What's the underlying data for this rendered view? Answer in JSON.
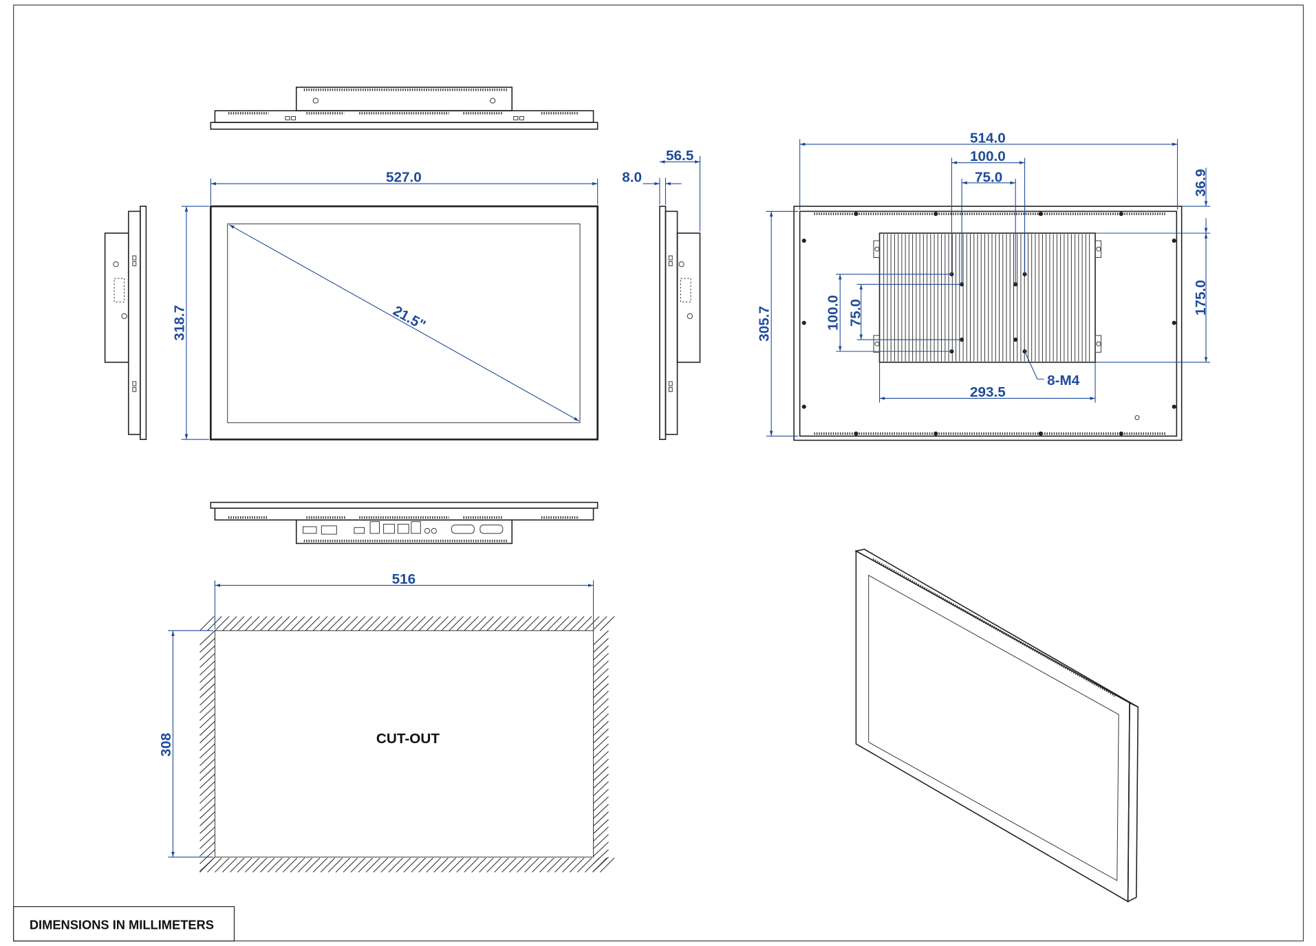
{
  "title_block": {
    "label": "DIMENSIONS IN MILLIMETERS"
  },
  "front_view": {
    "width": "527.0",
    "height": "318.7",
    "diagonal": "21.5\""
  },
  "side_view": {
    "bezel_depth": "8.0",
    "total_depth": "56.5"
  },
  "back_view": {
    "width": "514.0",
    "height": "305.7",
    "vesa_outer_h": "100.0",
    "vesa_inner_h": "75.0",
    "vesa_outer_v": "100.0",
    "vesa_inner_v": "75.0",
    "top_offset": "36.9",
    "box_height": "175.0",
    "box_width": "293.5",
    "screw_note": "8-M4"
  },
  "cutout": {
    "label": "CUT-OUT",
    "width": "516",
    "height": "308"
  },
  "colors": {
    "dimension": "#1f4b99",
    "line": "#222222"
  }
}
